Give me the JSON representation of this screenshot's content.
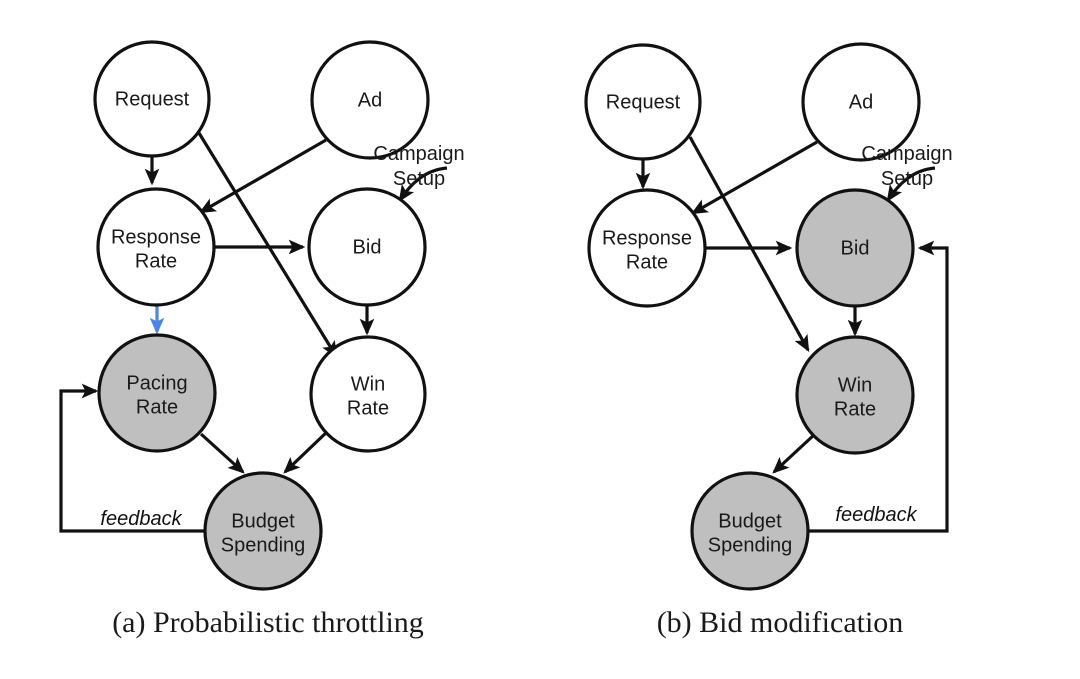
{
  "figure": {
    "title": "Budget pacing control diagrams",
    "background_color": "#ffffff",
    "shaded_fill": "#bfbfbf",
    "plain_fill": "#ffffff",
    "stroke_color": "#111111",
    "highlight_color": "#4a86e8"
  },
  "panels": [
    {
      "id": "a",
      "caption": "(a) Probabilistic throttling",
      "annotation": {
        "line1": "Campaign",
        "line2": "Setup"
      },
      "feedback_label": "feedback",
      "nodes": [
        {
          "key": "request",
          "label": "Request",
          "shaded": false
        },
        {
          "key": "ad",
          "label": "Ad",
          "shaded": false
        },
        {
          "key": "response",
          "line1": "Response",
          "line2": "Rate",
          "shaded": false
        },
        {
          "key": "bid",
          "label": "Bid",
          "shaded": false
        },
        {
          "key": "pacing",
          "line1": "Pacing",
          "line2": "Rate",
          "shaded": true
        },
        {
          "key": "win",
          "line1": "Win",
          "line2": "Rate",
          "shaded": false
        },
        {
          "key": "budget",
          "line1": "Budget",
          "line2": "Spending",
          "shaded": true
        }
      ],
      "edges": [
        {
          "from": "request",
          "to": "response",
          "highlight": false
        },
        {
          "from": "request",
          "to": "win",
          "highlight": false
        },
        {
          "from": "ad",
          "to": "response",
          "highlight": false
        },
        {
          "from": "response",
          "to": "bid",
          "highlight": false
        },
        {
          "from": "response",
          "to": "pacing",
          "highlight": true
        },
        {
          "from": "bid",
          "to": "win",
          "highlight": false
        },
        {
          "from": "pacing",
          "to": "budget",
          "highlight": false
        },
        {
          "from": "win",
          "to": "budget",
          "highlight": false
        },
        {
          "from": "campaign-setup",
          "to": "bid",
          "highlight": false
        },
        {
          "from": "budget",
          "to": "pacing",
          "highlight": false,
          "kind": "feedback"
        }
      ]
    },
    {
      "id": "b",
      "caption": "(b) Bid modification",
      "annotation": {
        "line1": "Campaign",
        "line2": "Setup"
      },
      "feedback_label": "feedback",
      "nodes": [
        {
          "key": "request",
          "label": "Request",
          "shaded": false
        },
        {
          "key": "ad",
          "label": "Ad",
          "shaded": false
        },
        {
          "key": "response",
          "line1": "Response",
          "line2": "Rate",
          "shaded": false
        },
        {
          "key": "bid",
          "label": "Bid",
          "shaded": true
        },
        {
          "key": "win",
          "line1": "Win",
          "line2": "Rate",
          "shaded": true
        },
        {
          "key": "budget",
          "line1": "Budget",
          "line2": "Spending",
          "shaded": true
        }
      ],
      "edges": [
        {
          "from": "request",
          "to": "response",
          "highlight": false
        },
        {
          "from": "request",
          "to": "win",
          "highlight": false
        },
        {
          "from": "ad",
          "to": "response",
          "highlight": false
        },
        {
          "from": "response",
          "to": "bid",
          "highlight": false
        },
        {
          "from": "bid",
          "to": "win",
          "highlight": false
        },
        {
          "from": "win",
          "to": "budget",
          "highlight": false
        },
        {
          "from": "campaign-setup",
          "to": "bid",
          "highlight": false
        },
        {
          "from": "budget",
          "to": "bid",
          "highlight": false,
          "kind": "feedback"
        }
      ]
    }
  ]
}
